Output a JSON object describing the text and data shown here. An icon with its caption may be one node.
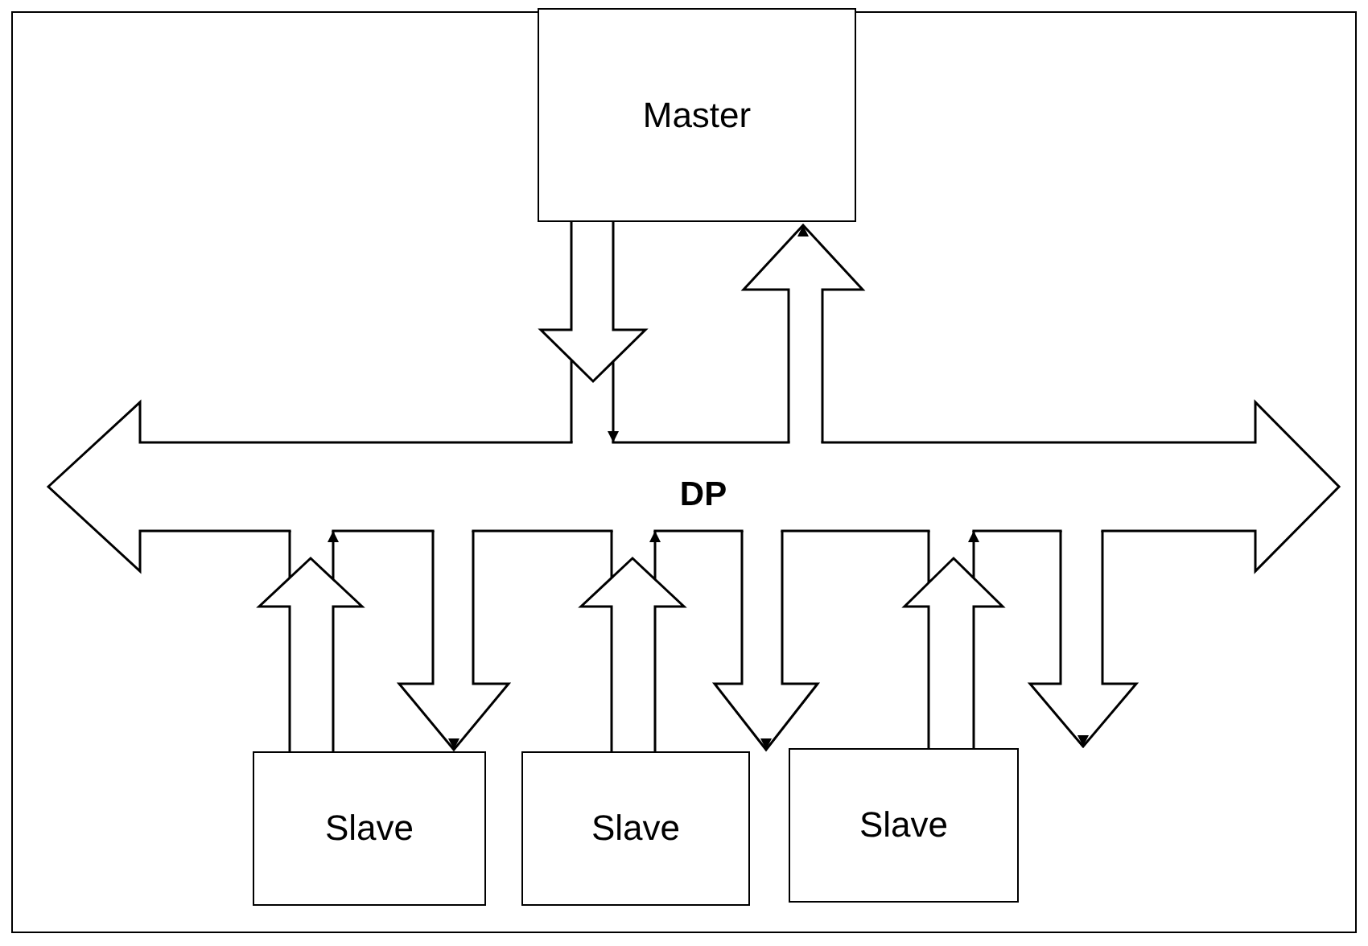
{
  "diagram": {
    "nodes": [
      {
        "text": [
          "Master"
        ]
      },
      {
        "text": [
          "DP"
        ]
      },
      {
        "text": [
          "Slave"
        ]
      },
      {
        "text": [
          "Slave"
        ]
      },
      {
        "text": [
          "Slave"
        ]
      }
    ],
    "edges": [
      {
        "from": 0,
        "to": 1,
        "arrow": "to"
      },
      {
        "from": 1,
        "to": 0,
        "arrow": "to"
      },
      {
        "from": 2,
        "to": 1,
        "arrow": "to"
      },
      {
        "from": 1,
        "to": 2,
        "arrow": "to"
      },
      {
        "from": 3,
        "to": 1,
        "arrow": "to"
      },
      {
        "from": 1,
        "to": 3,
        "arrow": "to"
      },
      {
        "from": 4,
        "to": 1,
        "arrow": "to"
      },
      {
        "from": 1,
        "to": 4,
        "arrow": "to"
      }
    ]
  }
}
